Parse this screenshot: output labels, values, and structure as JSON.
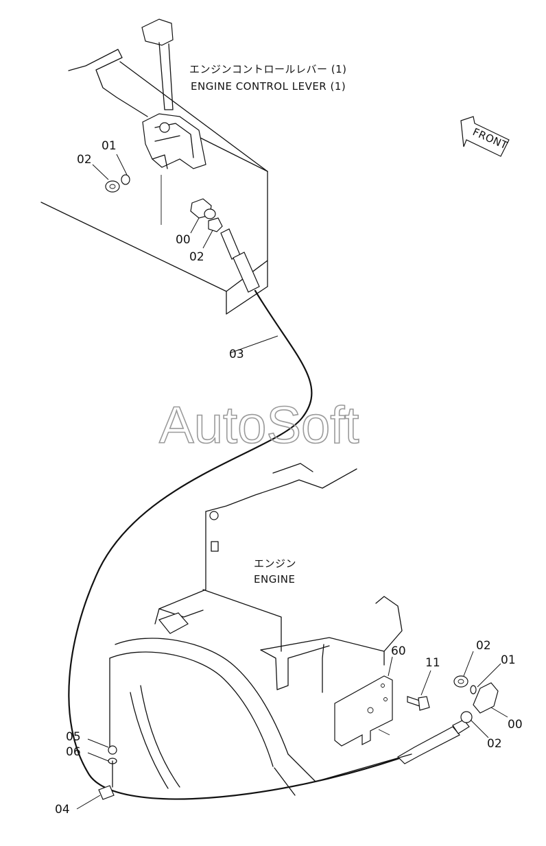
{
  "diagram": {
    "lever_label_jp": "エンジンコントロールレバー (1)",
    "lever_label_en": "ENGINE CONTROL LEVER (1)",
    "engine_label_jp": "エンジン",
    "engine_label_en": "ENGINE",
    "front_arrow_label": "FRONT",
    "watermark": "AutoSoft",
    "callouts": {
      "top_01": "01",
      "top_02": "02",
      "top_00": "00",
      "top_02b": "02",
      "cable_03": "03",
      "bracket_60": "60",
      "bolt_11": "11",
      "right_02": "02",
      "right_01": "01",
      "right_00": "00",
      "right_02b": "02",
      "clamp_05": "05",
      "washer_06": "06",
      "clamp_04": "04"
    }
  }
}
